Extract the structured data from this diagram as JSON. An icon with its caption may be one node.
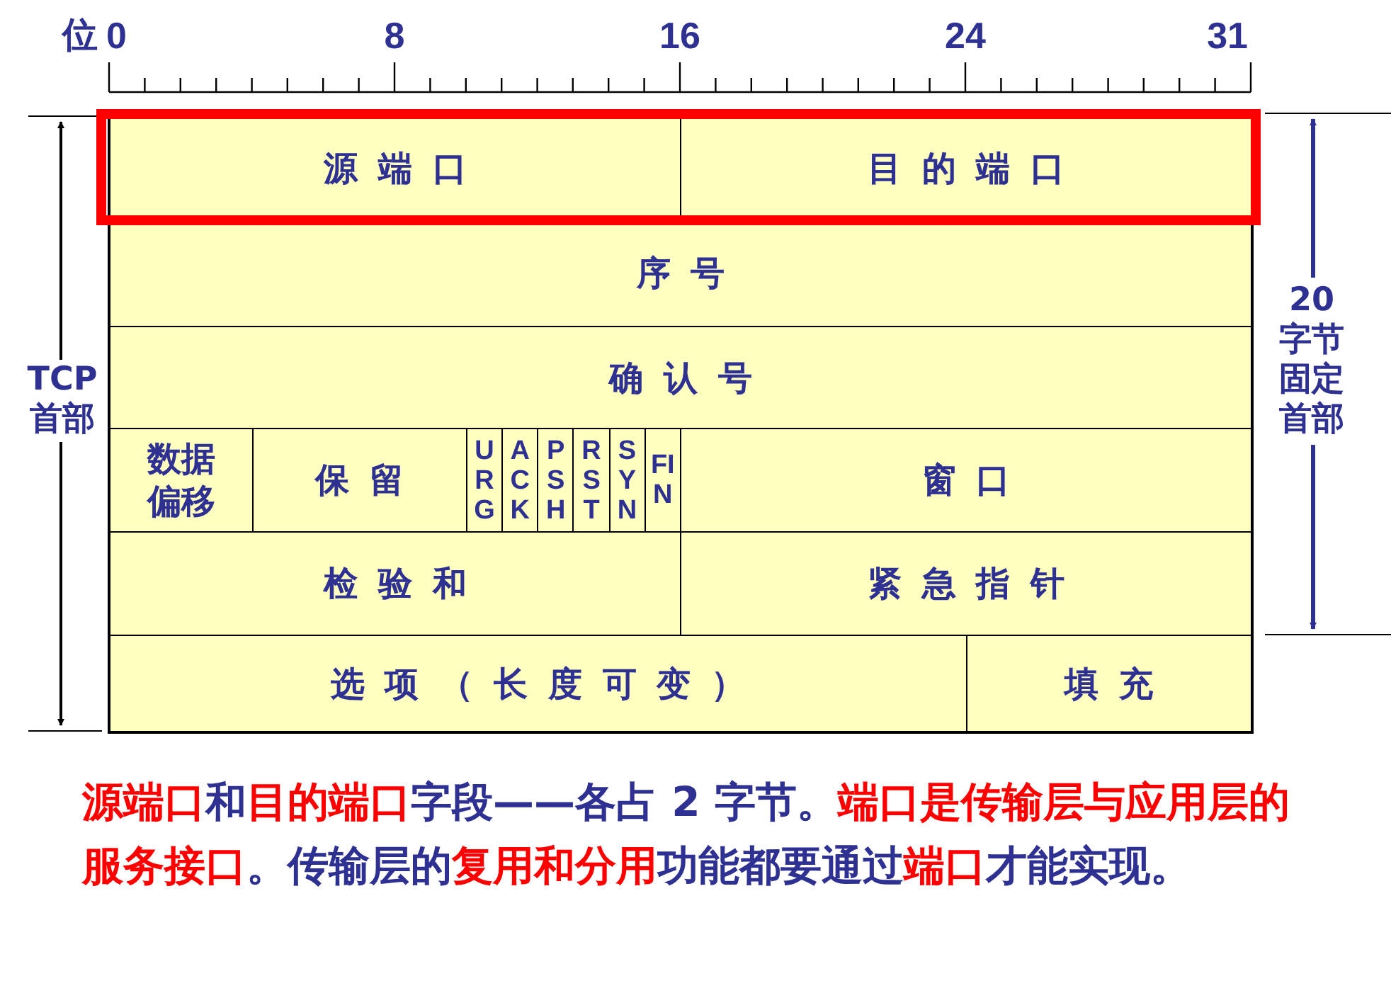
{
  "diagram": {
    "nodes": [
      {
        "text": [
          "源端口"
        ]
      },
      {
        "text": [
          "目的端口"
        ]
      },
      {
        "text": [
          "序号"
        ]
      },
      {
        "text": [
          "确认号"
        ]
      },
      {
        "text": [
          "数据偏移"
        ]
      },
      {
        "text": [
          "保留"
        ]
      },
      {
        "text": [
          "URG"
        ]
      },
      {
        "text": [
          "ACK"
        ]
      },
      {
        "text": [
          "PSH"
        ]
      },
      {
        "text": [
          "RST"
        ]
      },
      {
        "text": [
          "SYN"
        ]
      },
      {
        "text": [
          "FIN"
        ]
      },
      {
        "text": [
          "窗口"
        ]
      },
      {
        "text": [
          "检验和"
        ]
      },
      {
        "text": [
          "紧急指针"
        ]
      },
      {
        "text": [
          "选项（长度可变）"
        ]
      },
      {
        "text": [
          "填充"
        ]
      }
    ],
    "labels": [
      "位",
      "0",
      "8",
      "16",
      "24",
      "31",
      "TCP首部",
      "20字节固定首部",
      "**源端口**和**目的端口**字段——各占 2 字节。**端口是传输层与应用层的服务接口**。传输层的**复用和分用**功能都要通过**端口**才能实现。"
    ]
  }
}
